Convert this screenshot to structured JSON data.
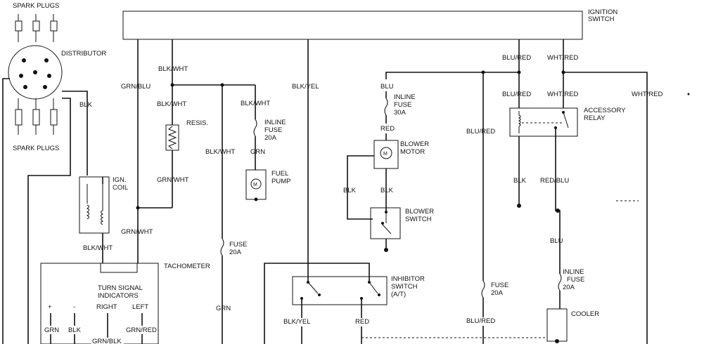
{
  "labels": {
    "spark_plugs_top": "SPARK PLUGS",
    "spark_plugs_bottom": "SPARK PLUGS",
    "distributor": "DISTRIBUTOR",
    "ignition_switch_1": "IGNITION",
    "ignition_switch_2": "SWITCH",
    "blk_dist": "BLK",
    "grn_blu": "GRN/BLU",
    "blk_wht_top": "BLK/WHT",
    "blk_wht_resis": "BLK/WHT",
    "resis": "RESIS.",
    "grn_wht_resis": "GRN/WHT",
    "blk_wht_mid": "BLK/WHT",
    "blk_wht_inline": "BLK/WHT",
    "inline_fuse_20_1": "INLINE",
    "inline_fuse_20_2": "FUSE",
    "inline_fuse_20_3": "20A",
    "grn_fuel": "GRN",
    "fuel_pump_1": "FUEL",
    "fuel_pump_2": "PUMP",
    "ign_coil_1": "IGN.",
    "ign_coil_2": "COIL",
    "grn_wht_coil": "GRN/WHT",
    "blk_wht_tach": "BLK/WHT",
    "tachometer": "TACHOMETER",
    "fuse_20a_left_1": "FUSE",
    "fuse_20a_left_2": "20A",
    "grn_left": "GRN",
    "turn_signal_1": "TURN SIGNAL",
    "turn_signal_2": "INDICATORS",
    "right": "RIGHT",
    "left": "LEFT",
    "plus": "+",
    "minus": "-",
    "grn_bottom": "GRN",
    "blk_bottom": "BLK",
    "grn_red_bottom": "GRN/RED",
    "grn_blk_bottom": "GRN/BLK",
    "blk_yel_top": "BLK/YEL",
    "blu_top": "BLU",
    "inline_fuse_30_1": "INLINE",
    "inline_fuse_30_2": "FUSE",
    "inline_fuse_30_3": "30A",
    "red_blower": "RED",
    "blower_motor_1": "BLOWER",
    "blower_motor_2": "MOTOR",
    "blk_left_blower": "BLK",
    "blk_right_blower": "BLK",
    "blower_switch_1": "BLOWER",
    "blower_switch_2": "SWITCH",
    "inhibitor_1": "INHIBITOR",
    "inhibitor_2": "SWITCH",
    "inhibitor_3": "(A/T)",
    "blk_yel_bottom": "BLK/YEL",
    "red_bottom": "RED",
    "blu_red_top": "BLU/RED",
    "blu_red_second": "BLU/RED",
    "blu_red_mid": "BLU/RED",
    "fuse_20a_right_1": "FUSE",
    "fuse_20a_right_2": "20A",
    "blu_red_bottom": "BLU/RED",
    "wht_red_top": "WHT/RED",
    "wht_red_second": "WHT/RED",
    "wht_red_right": "WHT/RED",
    "accessory_relay_1": "ACCESSORY",
    "accessory_relay_2": "RELAY",
    "blk_relay": "BLK",
    "red_blu": "RED/BLU",
    "blu_cooler": "BLU",
    "inline_fuse_cooler_1": "INLINE",
    "inline_fuse_cooler_2": "FUSE",
    "inline_fuse_cooler_3": "20A",
    "cooler": "COOLER",
    "motor_m": "M"
  }
}
